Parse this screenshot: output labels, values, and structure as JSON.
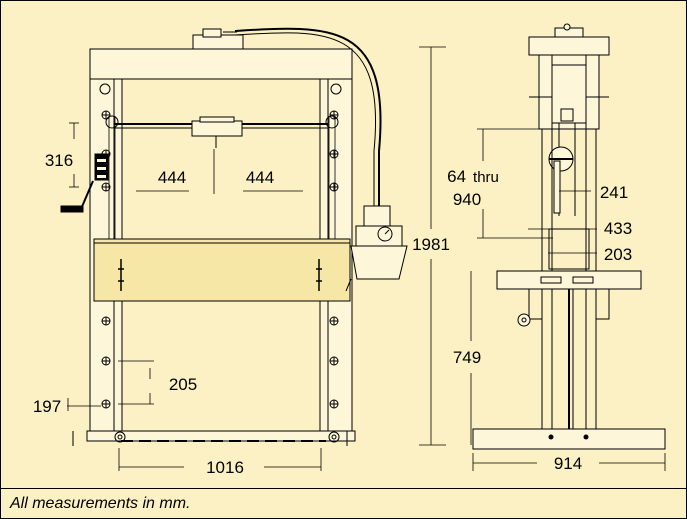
{
  "caption": "All measurements in mm.",
  "dimensions": {
    "front_cylinder_travel": "316",
    "front_half_span_left": "444",
    "front_half_span_right": "444",
    "front_hole_pitch": "205",
    "front_bottom_hole": "197",
    "front_overall_width": "1016",
    "overall_height": "1981",
    "side_daylight_line1": "64",
    "side_daylight_line1_suffix": "thru",
    "side_daylight_line2": "940",
    "side_ram_dim": "241",
    "side_bed_dim": "433",
    "side_bed_depth": "203",
    "side_lower_height": "749",
    "side_base_depth": "914"
  },
  "colors": {
    "background": "#fcf1c4",
    "frame_fill": "#fdf6d8",
    "line": "#000000"
  }
}
